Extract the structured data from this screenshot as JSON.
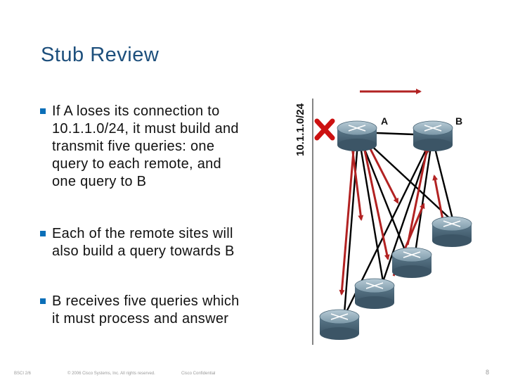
{
  "slide": {
    "title": "Stub Review",
    "bullets": [
      "If A loses its connection to 10.1.1.0/24, it must build and transmit five queries: one query to each remote, and one query to B",
      "Each of the remote sites will also build a query towards B",
      "B receives five queries which it must process and answer"
    ]
  },
  "diagram": {
    "network_label": "10.1.1.0/24",
    "router_a_label": "A",
    "router_b_label": "B",
    "failure_icon": "red-x-icon",
    "query_arrow_color": "#b22222",
    "link_color": "#000000"
  },
  "footer": {
    "course": "BSCI 2/6",
    "copyright": "© 2006 Cisco Systems, Inc. All rights reserved.",
    "confidential": "Cisco Confidential",
    "page": "8"
  }
}
